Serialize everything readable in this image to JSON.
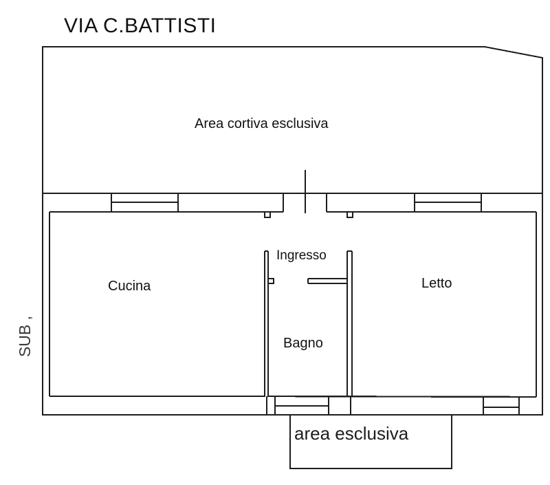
{
  "page": {
    "background": "#ffffff"
  },
  "plan": {
    "street_label": "VIA C.BATTISTI",
    "courtyard_label": "Area cortiva esclusiva",
    "side_label": "SUB ,",
    "bottom_area_label": "area esclusiva",
    "rooms": {
      "ingresso": "Ingresso",
      "cucina": "Cucina",
      "letto": "Letto",
      "bagno": "Bagno"
    },
    "colors": {
      "line": "#1c1c1c",
      "text": "#111111",
      "side_text": "#3a3a3a"
    }
  }
}
